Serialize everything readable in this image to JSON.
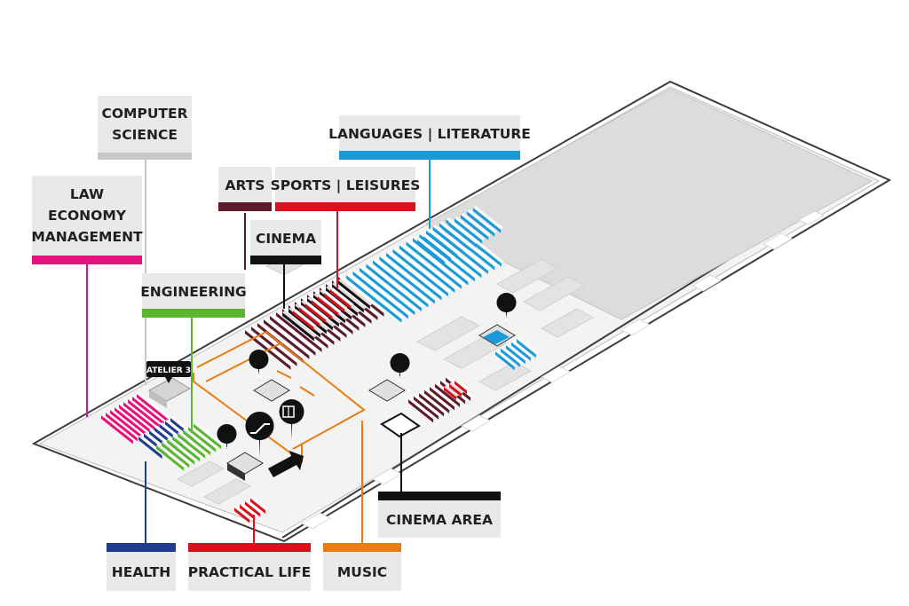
{
  "colors": {
    "law_economy_management": "#e5127d",
    "computer_science": "#c8c8c8",
    "arts": "#5b1b2b",
    "sports_leisures": "#d6131c",
    "languages_literature": "#1a9ad9",
    "cinema": "#111111",
    "engineering": "#5bb530",
    "health": "#1f3d8f",
    "practical_life": "#d6131c",
    "music": "#e87d14",
    "cinema_area": "#111111",
    "floor": "#f2f2f2",
    "label_bg": "#e9e9e9"
  },
  "labels": {
    "computer_science": [
      "COMPUTER",
      "SCIENCE"
    ],
    "law_economy_management": [
      "LAW",
      "ECONOMY",
      "MANAGEMENT"
    ],
    "arts": "ARTS",
    "sports_leisures": "SPORTS | LEISURES",
    "languages_literature": "LANGUAGES | LITERATURE",
    "cinema": "CINEMA",
    "engineering": "ENGINEERING",
    "health": "HEALTH",
    "practical_life": "PRACTICAL LIFE",
    "music": "MUSIC",
    "cinema_area": "CINEMA AREA",
    "atelier": "ATELIER 3"
  },
  "icons": {
    "info": "i",
    "elevator": "elevator-icon",
    "escalator": "escalator-icon"
  }
}
